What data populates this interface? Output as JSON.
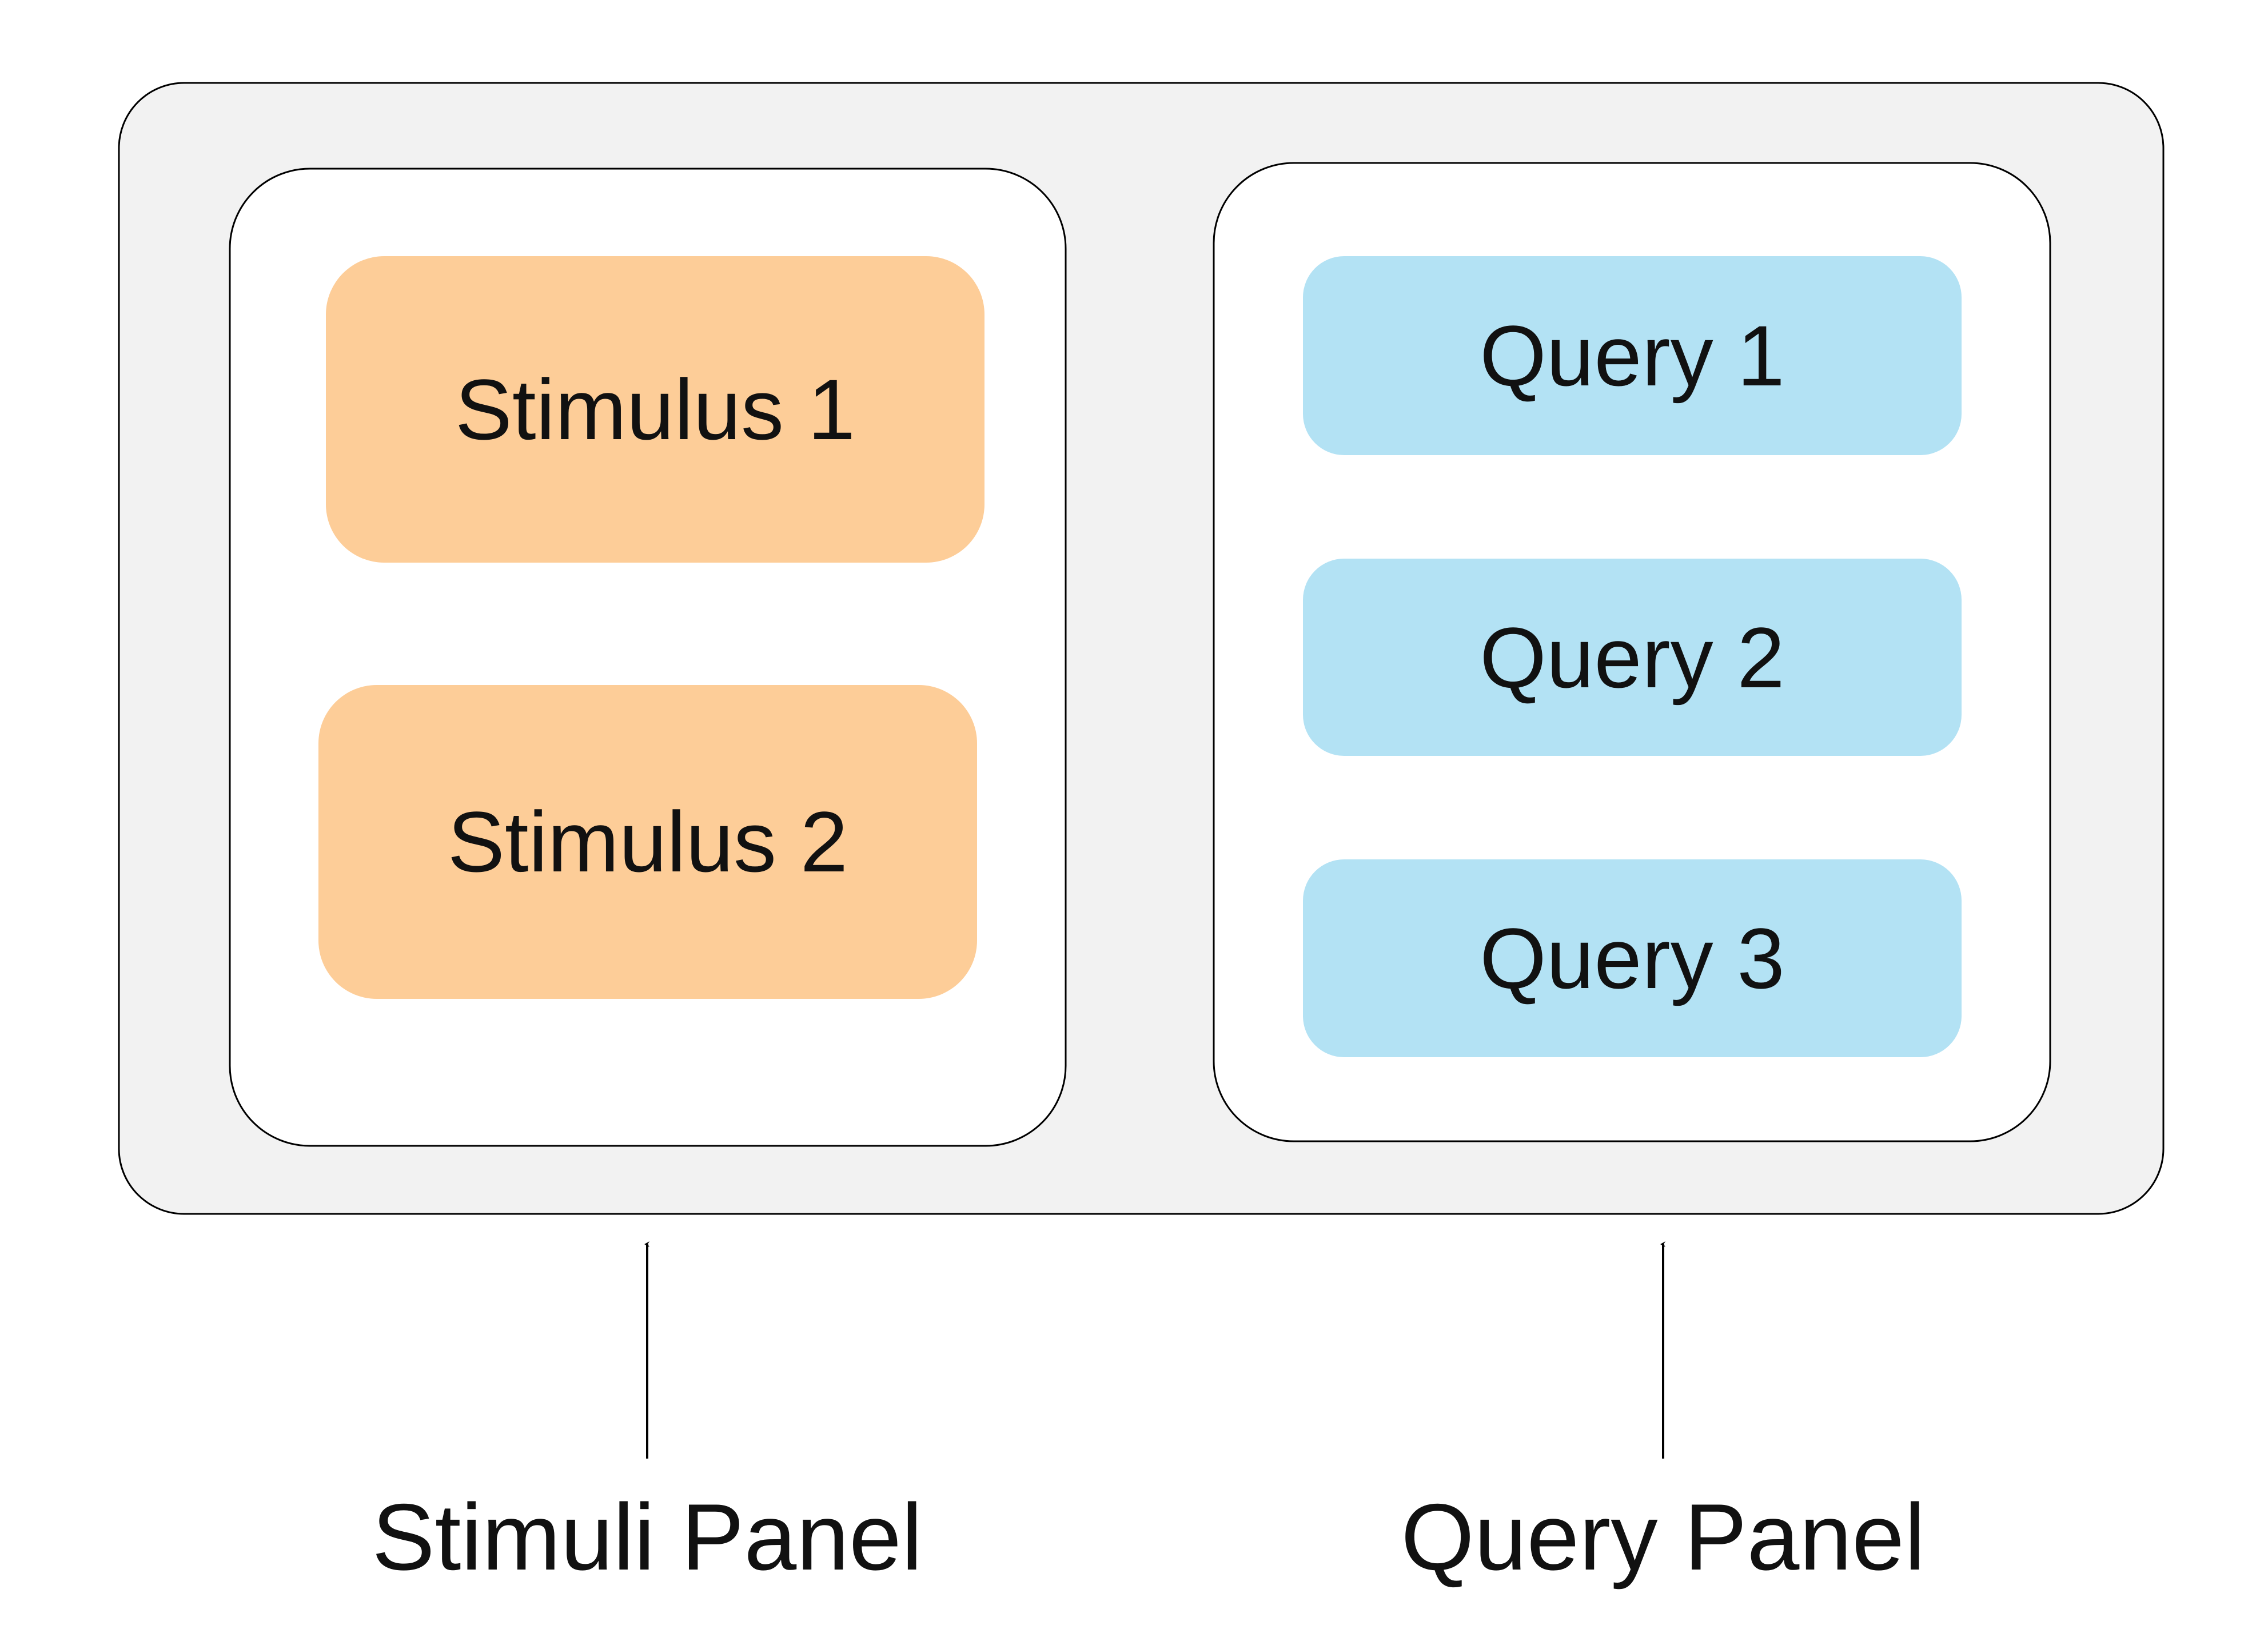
{
  "stimuli_panel": {
    "caption": "Stimuli Panel",
    "items": [
      {
        "label": "Stimulus 1"
      },
      {
        "label": "Stimulus 2"
      }
    ]
  },
  "query_panel": {
    "caption": "Query Panel",
    "items": [
      {
        "label": "Query 1"
      },
      {
        "label": "Query 2"
      },
      {
        "label": "Query 3"
      }
    ]
  },
  "colors": {
    "container": "#F2F2F2",
    "stimulus": "#FDCD98",
    "query": "#B3E2F4",
    "outline": "#000000"
  }
}
